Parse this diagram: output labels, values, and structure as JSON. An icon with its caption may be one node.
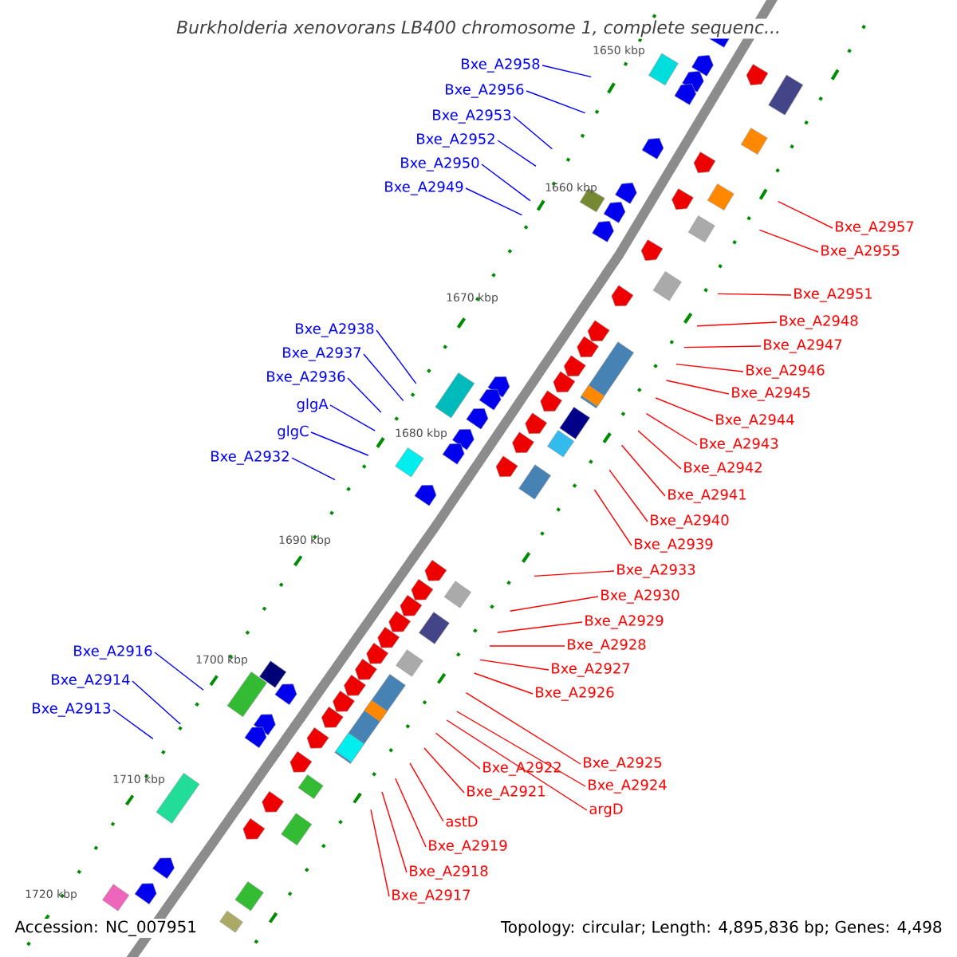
{
  "diagram": {
    "title": "Burkholderia xenovorans LB400 chromosome 1, complete sequenc...",
    "nodes": [
      {
        "text": [
          "Bxe_A2958"
        ]
      },
      {
        "text": [
          "Bxe_A2956"
        ]
      },
      {
        "text": [
          "Bxe_A2953"
        ]
      },
      {
        "text": [
          "Bxe_A2952"
        ]
      },
      {
        "text": [
          "Bxe_A2950"
        ]
      },
      {
        "text": [
          "Bxe_A2949"
        ]
      },
      {
        "text": [
          "Bxe_A2957"
        ]
      },
      {
        "text": [
          "Bxe_A2955"
        ]
      },
      {
        "text": [
          "Bxe_A2951"
        ]
      },
      {
        "text": [
          "Bxe_A2948"
        ]
      },
      {
        "text": [
          "Bxe_A2938"
        ]
      },
      {
        "text": [
          "Bxe_A2947"
        ]
      },
      {
        "text": [
          "Bxe_A2937"
        ]
      },
      {
        "text": [
          "Bxe_A2946"
        ]
      },
      {
        "text": [
          "Bxe_A2936"
        ]
      },
      {
        "text": [
          "Bxe_A2945"
        ]
      },
      {
        "text": [
          "glgA"
        ]
      },
      {
        "text": [
          "Bxe_A2944"
        ]
      },
      {
        "text": [
          "glgC"
        ]
      },
      {
        "text": [
          "Bxe_A2943"
        ]
      },
      {
        "text": [
          "Bxe_A2932"
        ]
      },
      {
        "text": [
          "Bxe_A2942"
        ]
      },
      {
        "text": [
          "Bxe_A2941"
        ]
      },
      {
        "text": [
          "Bxe_A2940"
        ]
      },
      {
        "text": [
          "Bxe_A2939"
        ]
      },
      {
        "text": [
          "Bxe_A2933"
        ]
      },
      {
        "text": [
          "Bxe_A2930"
        ]
      },
      {
        "text": [
          "Bxe_A2929"
        ]
      },
      {
        "text": [
          "Bxe_A2928"
        ]
      },
      {
        "text": [
          "Bxe_A2916"
        ]
      },
      {
        "text": [
          "Bxe_A2927"
        ]
      },
      {
        "text": [
          "Bxe_A2914"
        ]
      },
      {
        "text": [
          "Bxe_A2926"
        ]
      },
      {
        "text": [
          "Bxe_A2913"
        ]
      },
      {
        "text": [
          "Bxe_A2925"
        ]
      },
      {
        "text": [
          "Bxe_A2922"
        ]
      },
      {
        "text": [
          "Bxe_A2924"
        ]
      },
      {
        "text": [
          "Bxe_A2921"
        ]
      },
      {
        "text": [
          "argD"
        ]
      },
      {
        "text": [
          "astD"
        ]
      },
      {
        "text": [
          "Bxe_A2919"
        ]
      },
      {
        "text": [
          "Bxe_A2918"
        ]
      },
      {
        "text": [
          "Bxe_A2917"
        ]
      }
    ],
    "edges": [
      {
        "from": 0,
        "to": null,
        "arrow": "none",
        "color": "#0000ff"
      },
      {
        "from": 1,
        "to": null,
        "arrow": "none",
        "color": "#0000ff"
      },
      {
        "from": 2,
        "to": null,
        "arrow": "none",
        "color": "#0000ff"
      },
      {
        "from": 3,
        "to": null,
        "arrow": "none",
        "color": "#0000ff"
      },
      {
        "from": 4,
        "to": null,
        "arrow": "none",
        "color": "#0000ff"
      },
      {
        "from": 5,
        "to": null,
        "arrow": "none",
        "color": "#0000ff"
      },
      {
        "from": 6,
        "to": null,
        "arrow": "none"
      },
      {
        "from": 7,
        "to": null,
        "arrow": "none"
      },
      {
        "from": 8,
        "to": null,
        "arrow": "none"
      },
      {
        "from": 9,
        "to": null,
        "arrow": "none"
      },
      {
        "from": 10,
        "to": null,
        "arrow": "none",
        "color": "#0000ff"
      },
      {
        "from": 11,
        "to": null,
        "arrow": "none"
      },
      {
        "from": 12,
        "to": null,
        "arrow": "none",
        "color": "#0000ff"
      },
      {
        "from": 13,
        "to": null,
        "arrow": "none"
      },
      {
        "from": 14,
        "to": null,
        "arrow": "none",
        "color": "#0000ff"
      },
      {
        "from": 15,
        "to": null,
        "arrow": "none"
      },
      {
        "from": 16,
        "to": null,
        "arrow": "none",
        "color": "#0000ff"
      },
      {
        "from": 17,
        "to": null,
        "arrow": "none"
      },
      {
        "from": 18,
        "to": null,
        "arrow": "none",
        "color": "#0000ff"
      },
      {
        "from": 19,
        "to": null,
        "arrow": "none"
      },
      {
        "from": 20,
        "to": null,
        "arrow": "none",
        "color": "#0000ff"
      },
      {
        "from": 21,
        "to": null,
        "arrow": "none"
      },
      {
        "from": 22,
        "to": null,
        "arrow": "none"
      },
      {
        "from": 23,
        "to": null,
        "arrow": "none"
      },
      {
        "from": 24,
        "to": null,
        "arrow": "none"
      },
      {
        "from": 25,
        "to": null,
        "arrow": "none"
      },
      {
        "from": 26,
        "to": null,
        "arrow": "none"
      },
      {
        "from": 27,
        "to": null,
        "arrow": "none"
      },
      {
        "from": 28,
        "to": null,
        "arrow": "none"
      },
      {
        "from": 29,
        "to": null,
        "arrow": "none",
        "color": "#0000ff"
      },
      {
        "from": 30,
        "to": null,
        "arrow": "none"
      },
      {
        "from": 31,
        "to": null,
        "arrow": "none",
        "color": "#0000ff"
      },
      {
        "from": 32,
        "to": null,
        "arrow": "none"
      },
      {
        "from": 33,
        "to": null,
        "arrow": "none",
        "color": "#0000ff"
      },
      {
        "from": 34,
        "to": null,
        "arrow": "none"
      },
      {
        "from": 35,
        "to": null,
        "arrow": "none"
      },
      {
        "from": 36,
        "to": null,
        "arrow": "none"
      },
      {
        "from": 37,
        "to": null,
        "arrow": "none"
      },
      {
        "from": 38,
        "to": null,
        "arrow": "none"
      },
      {
        "from": 39,
        "to": null,
        "arrow": "none"
      },
      {
        "from": 40,
        "to": null,
        "arrow": "none"
      },
      {
        "from": 41,
        "to": null,
        "arrow": "none"
      },
      {
        "from": 42,
        "to": null,
        "arrow": "none"
      }
    ],
    "labels": [
      "1650 kbp",
      "1660 kbp",
      "1670 kbp",
      "1680 kbp",
      "1690 kbp",
      "1700 kbp",
      "1710 kbp",
      "1720 kbp",
      "Accession: NC_007951",
      "Topology: circular; Length: 4,895,836 bp; Genes: 4,498"
    ]
  }
}
